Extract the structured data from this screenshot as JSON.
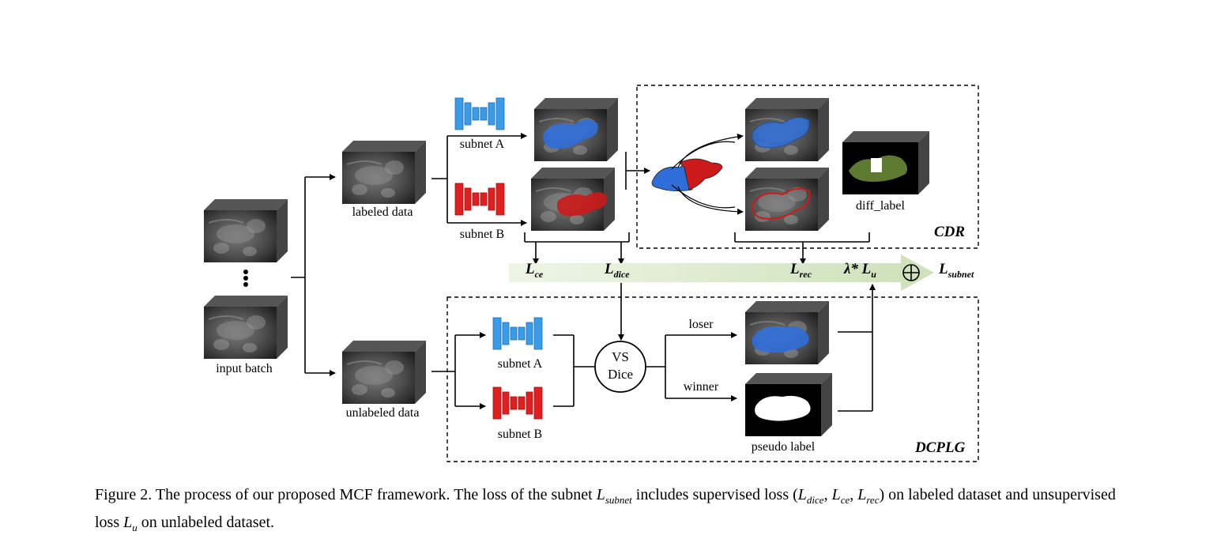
{
  "labels": {
    "input_batch": "input batch",
    "labeled_data": "labeled data",
    "unlabeled_data": "unlabeled data",
    "subnet_a_top": "subnet A",
    "subnet_b_top": "subnet B",
    "subnet_a_bottom": "subnet A",
    "subnet_b_bottom": "subnet B",
    "diff_label": "diff_label",
    "cdr": "CDR",
    "dcplg": "DCPLG",
    "vs": "VS",
    "dice": "Dice",
    "loser": "loser",
    "winner": "winner",
    "pseudo_label": "pseudo label",
    "oplus": "⊕"
  },
  "losses": {
    "ce": {
      "base": "L",
      "sub": "ce"
    },
    "dice": {
      "base": "L",
      "sub": "dice"
    },
    "rec": {
      "base": "L",
      "sub": "rec"
    },
    "lambda_lu": {
      "prefix": "λ* L",
      "sub": "u"
    },
    "subnet": {
      "base": "L",
      "sub": "subnet"
    }
  },
  "caption": {
    "part1": "Figure 2.  The process of our proposed MCF framework.  The loss of the subnet ",
    "l_subnet": "L",
    "l_subnet_sub": "subnet",
    "part2": " includes supervised loss (",
    "l_dice": "L",
    "l_dice_sub": "dice",
    "sep1": ", ",
    "l_ce": "L",
    "l_ce_sub": "ce",
    "sep2": ", ",
    "l_rec": "L",
    "l_rec_sub": "rec",
    "part3": ") on labeled dataset and unsupervised loss ",
    "l_u": "L",
    "l_u_sub": "u",
    "part4": " on unlabeled dataset."
  },
  "colors": {
    "subnet_a": "#3a9be6",
    "subnet_b": "#e02020",
    "blue_mask": "#2f6ed8",
    "red_mask": "#cc1a1a",
    "green_mask": "#5e7a30",
    "arrow_band": "#d6e8c6"
  }
}
